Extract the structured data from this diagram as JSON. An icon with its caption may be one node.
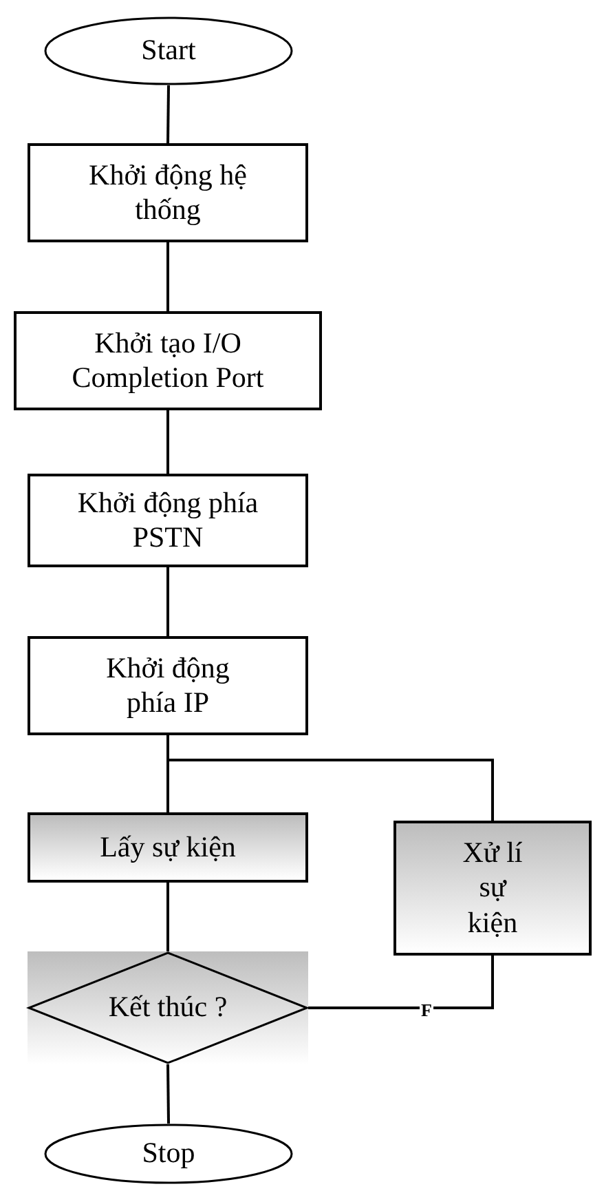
{
  "diagram": {
    "nodes": [
      {
        "text": [
          "Start"
        ]
      },
      {
        "text": [
          "Khởi động hệ thống"
        ]
      },
      {
        "text": [
          "Khởi tạo I/O Completion Port"
        ]
      },
      {
        "text": [
          "Khởi động phía PSTN"
        ]
      },
      {
        "text": [
          "Khởi động phía IP"
        ]
      },
      {
        "text": [
          "Lấy sự kiện"
        ]
      },
      {
        "text": [
          "Xử lí sự kiện"
        ]
      },
      {
        "text": [
          "Kết thúc ?"
        ]
      },
      {
        "text": [
          "Stop"
        ]
      }
    ],
    "edges": [
      {
        "from": 0,
        "to": 1,
        "arrow": "none"
      },
      {
        "from": 1,
        "to": 2,
        "arrow": "none"
      },
      {
        "from": 2,
        "to": 3,
        "arrow": "none"
      },
      {
        "from": 3,
        "to": 4,
        "arrow": "none"
      },
      {
        "from": 4,
        "to": 5,
        "arrow": "none"
      },
      {
        "from": 5,
        "to": 7,
        "arrow": "none"
      },
      {
        "from": 7,
        "to": 6,
        "arrow": "none",
        "label": "F"
      },
      {
        "from": 6,
        "to": 5,
        "arrow": "none"
      },
      {
        "from": 7,
        "to": 8,
        "arrow": "none"
      }
    ]
  }
}
